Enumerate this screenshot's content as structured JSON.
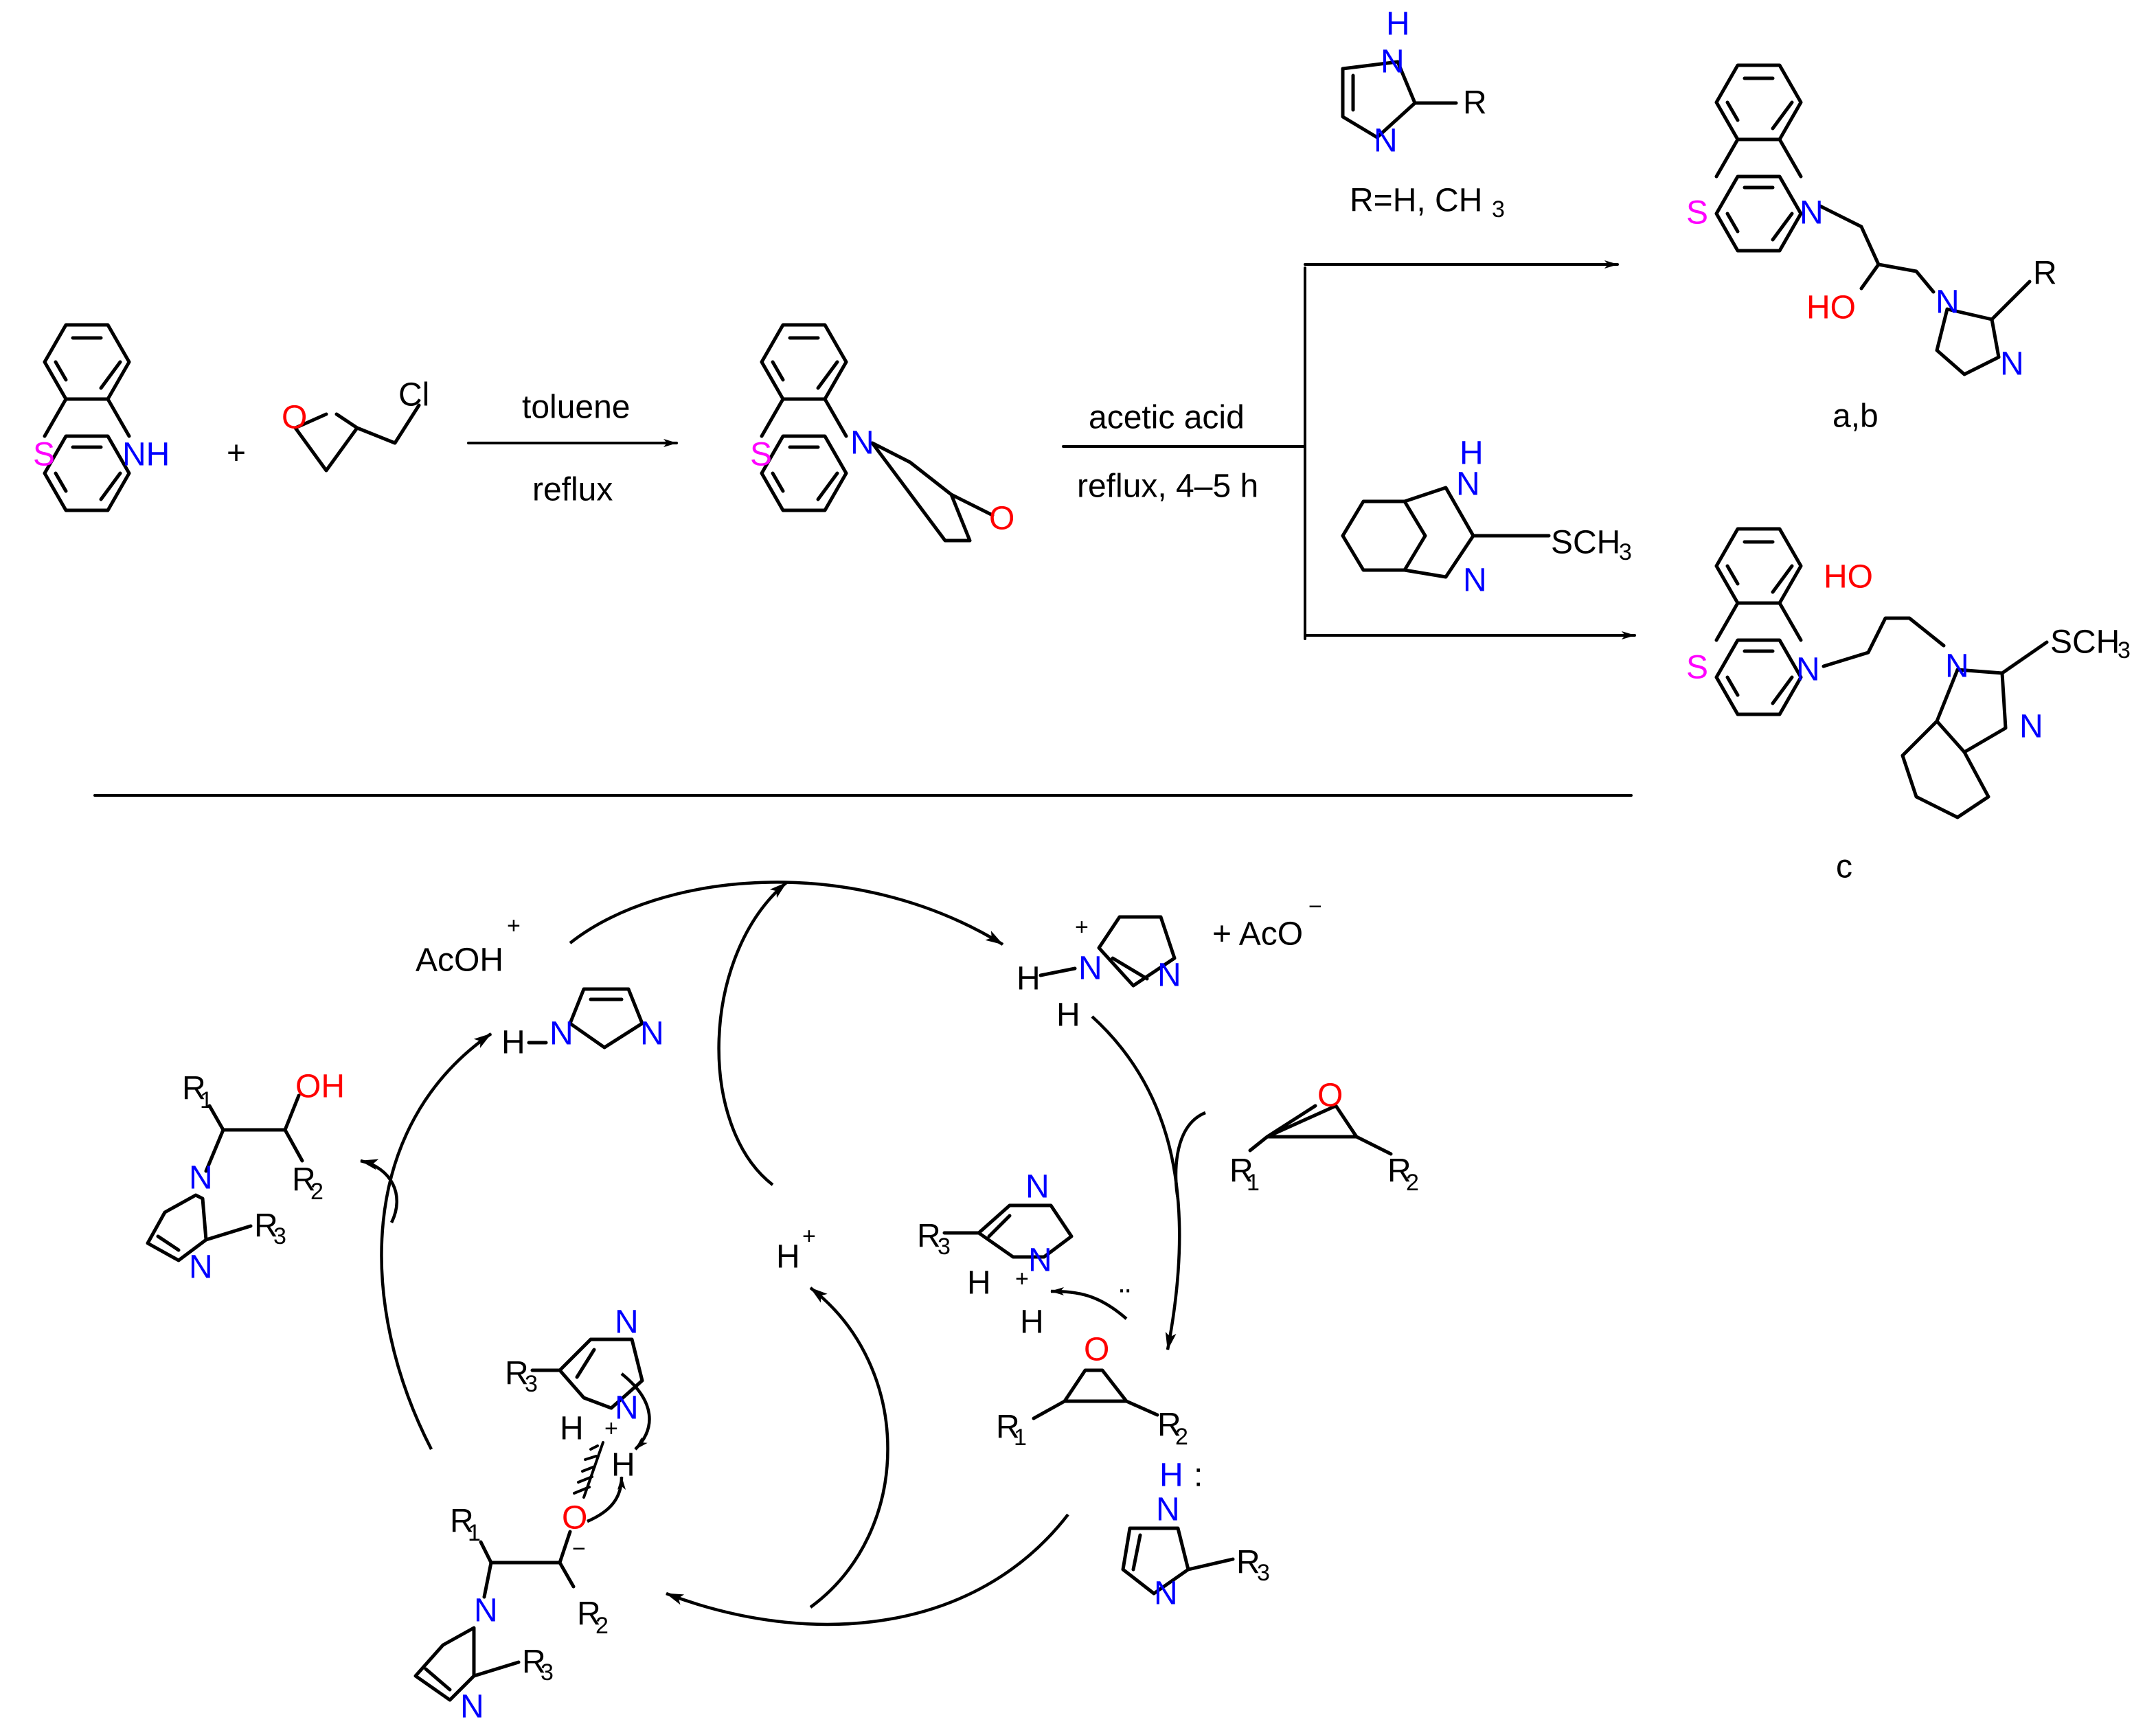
{
  "colors": {
    "sulfur": "#ff00ff",
    "nitrogen": "#0000ff",
    "oxygen": "#ff0000",
    "bond": "#000000"
  },
  "atoms": {
    "S": "S",
    "NH": "NH",
    "N": "N",
    "O": "O",
    "H": "H",
    "Cl": "Cl",
    "HO": "HO",
    "OH": "OH",
    "R": "R",
    "R1": "R",
    "R2": "R",
    "R3": "R",
    "sub1": "1",
    "sub2": "2",
    "sub3": "3",
    "plus": "+",
    "minus": "−"
  },
  "top": {
    "plus": "+",
    "step1_above": "toluene",
    "step1_below": "reflux",
    "step2_above": "acetic acid",
    "step2_below": "reflux, 4–5 h",
    "r_def_main": "R=H, CH",
    "r_def_sub": "3",
    "sch3": "SCH",
    "sch3_sub": "3",
    "label_ab": "a,b",
    "label_c": "c"
  },
  "cycle": {
    "acoh": "AcOH",
    "acoh_charge": "+",
    "aco": "+ AcO",
    "aco_charge": "−",
    "h_plus": "H",
    "h_plus_charge": "+",
    "lone_pair": ":",
    "lone_pair_dots": "¨"
  }
}
